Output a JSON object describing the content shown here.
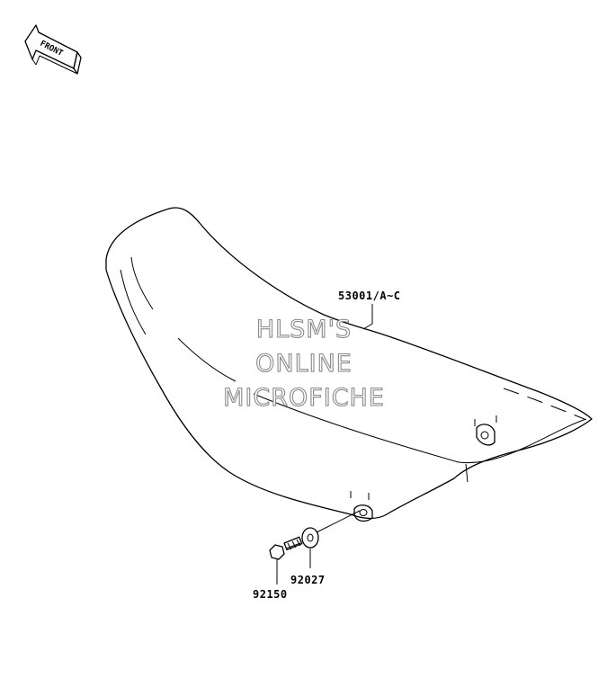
{
  "front_indicator": {
    "label": "FRONT"
  },
  "parts": {
    "seat": {
      "number": "53001/A~C"
    },
    "collar": {
      "number": "92027"
    },
    "bolt": {
      "number": "92150"
    }
  },
  "watermark": {
    "line1": "HLSM'S",
    "line2": "ONLINE",
    "line3": "MICROFICHE"
  }
}
